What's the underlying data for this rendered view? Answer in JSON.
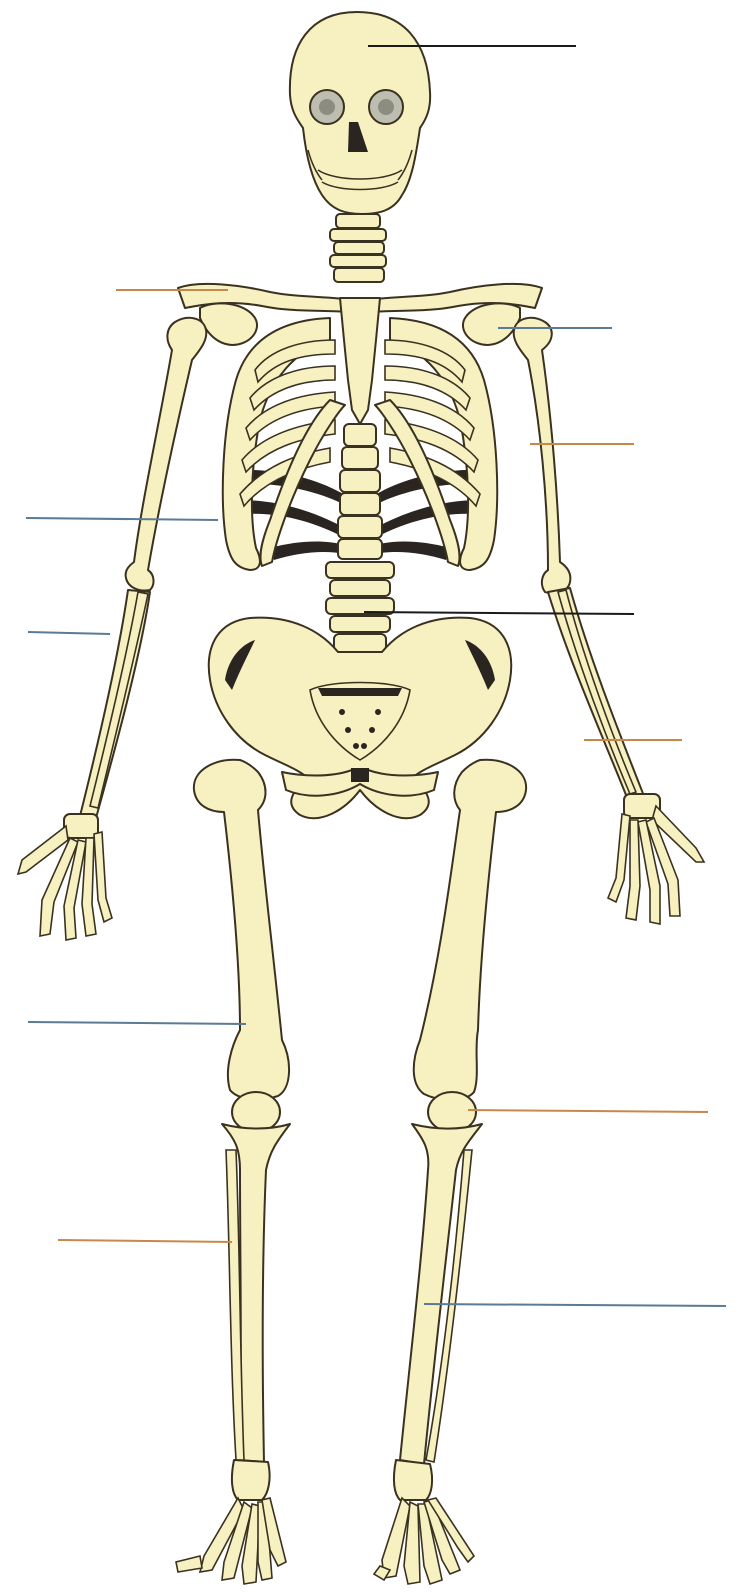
{
  "diagram": {
    "colors": {
      "bone_fill": "#f7f0c0",
      "bone_stroke": "#3a3220",
      "eye_fill": "#bdbdb0",
      "dark_fill": "#2a2520",
      "leader_dark": "#1a1a1a",
      "leader_orange": "#c8884a",
      "leader_blue": "#5a7a96"
    },
    "labels": [
      {
        "name": "label-line-skull",
        "color": "dark",
        "text": ""
      },
      {
        "name": "label-line-clavicle",
        "color": "orange",
        "text": ""
      },
      {
        "name": "label-line-scapula",
        "color": "blue",
        "text": ""
      },
      {
        "name": "label-line-humerus",
        "color": "orange",
        "text": ""
      },
      {
        "name": "label-line-ribs",
        "color": "blue",
        "text": ""
      },
      {
        "name": "label-line-radius-ulna",
        "color": "blue",
        "text": ""
      },
      {
        "name": "label-line-vertebral-column",
        "color": "dark",
        "text": ""
      },
      {
        "name": "label-line-wrist-bones",
        "color": "orange",
        "text": ""
      },
      {
        "name": "label-line-femur",
        "color": "blue",
        "text": ""
      },
      {
        "name": "label-line-patella",
        "color": "orange",
        "text": ""
      },
      {
        "name": "label-line-tibia",
        "color": "orange",
        "text": ""
      },
      {
        "name": "label-line-fibula",
        "color": "blue",
        "text": ""
      }
    ]
  }
}
